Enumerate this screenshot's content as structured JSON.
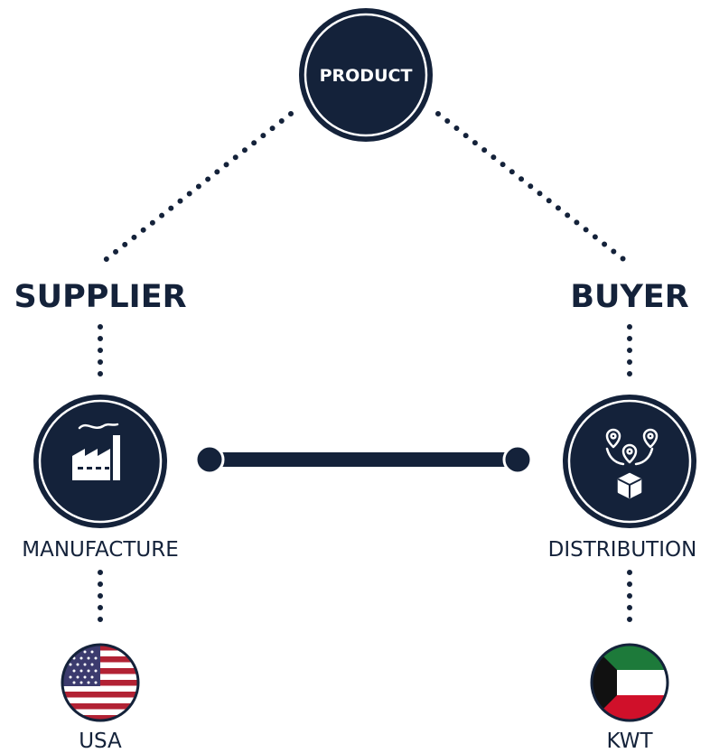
{
  "colors": {
    "navy": "#14223a",
    "white": "#ffffff",
    "flag_red": "#b22234",
    "flag_blue": "#3c3b6e",
    "kwt_green": "#1d7a3a",
    "kwt_red": "#d0102a",
    "kwt_black": "#111111"
  },
  "product": {
    "label": "PRODUCT"
  },
  "supplier": {
    "role": "SUPPLIER",
    "node_label": "MANUFACTURE",
    "icon": "factory-icon",
    "country": "USA",
    "flag": "usa-flag-icon"
  },
  "buyer": {
    "role": "BUYER",
    "node_label": "DISTRIBUTION",
    "icon": "distribution-icon",
    "country": "KWT",
    "flag": "kuwait-flag-icon"
  }
}
